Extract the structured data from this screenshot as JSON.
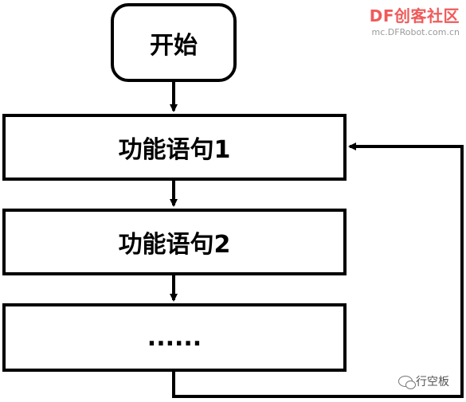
{
  "flowchart": {
    "start_label": "开始",
    "step1_label": "功能语句1",
    "step2_label": "功能语句2",
    "step3_label": "......"
  },
  "watermark": {
    "brand": "DF创客社区",
    "url": "mc.DFRobot.com.cn"
  },
  "footer": {
    "account_name": "行空板",
    "icon": "wechat-icon"
  }
}
